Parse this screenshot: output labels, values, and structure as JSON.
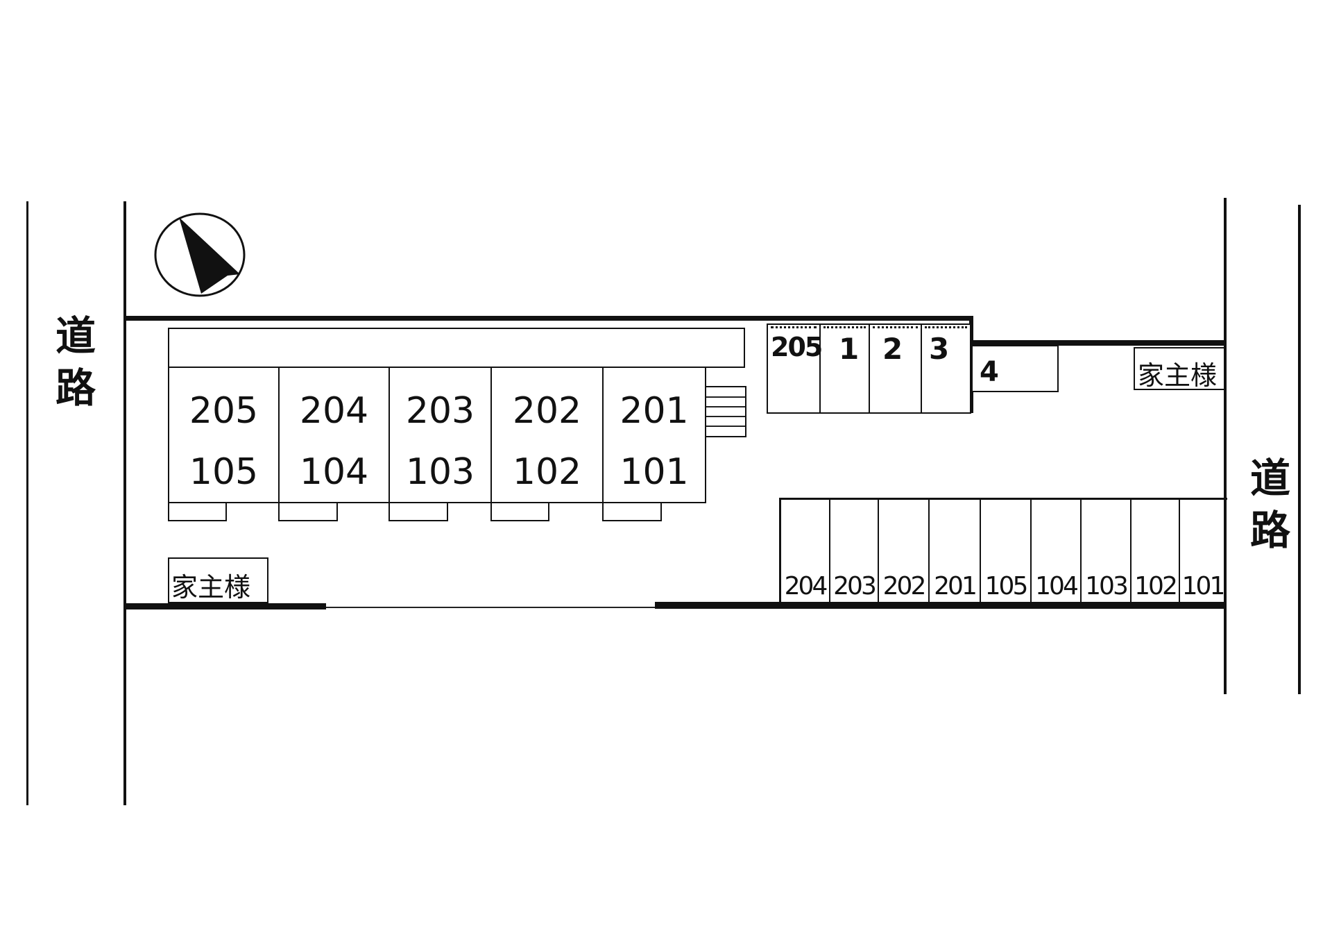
{
  "roads": {
    "left": [
      "道",
      "路"
    ],
    "right": [
      "道",
      "路"
    ]
  },
  "landlord_left": "家主様",
  "landlord_right": "家主様",
  "compass": {
    "icon": "north-arrow-icon"
  },
  "building": {
    "units_upper": [
      "205",
      "204",
      "203",
      "202",
      "201"
    ],
    "units_lower": [
      "105",
      "104",
      "103",
      "102",
      "101"
    ]
  },
  "top_parking": [
    "205",
    "1",
    "2",
    "3"
  ],
  "top_parking_extra": "4",
  "bottom_parking": [
    "204",
    "203",
    "202",
    "201",
    "105",
    "104",
    "103",
    "102",
    "101"
  ],
  "colors": {
    "ink": "#111111",
    "background": "#ffffff"
  }
}
